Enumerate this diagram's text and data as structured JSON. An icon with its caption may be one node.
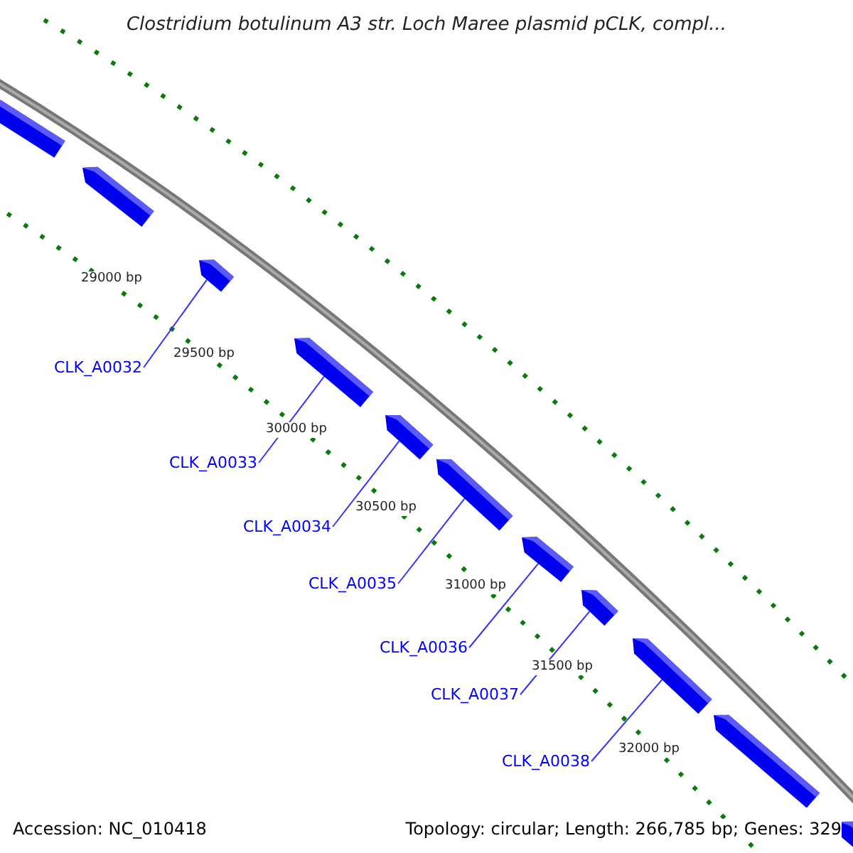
{
  "diagram": {
    "title": "Clostridium botulinum A3 str. Loch Maree plasmid pCLK, compl...",
    "nodes": [
      {
        "text": [],
        "shape": "bar"
      },
      {
        "text": [],
        "shape": "bar"
      },
      {
        "text": [],
        "shape": "bar"
      },
      {
        "text": [],
        "shape": "bar"
      },
      {
        "text": [],
        "shape": "bar"
      },
      {
        "text": [],
        "shape": "bar"
      },
      {
        "text": [],
        "shape": "bar"
      },
      {
        "text": [],
        "shape": "bar"
      },
      {
        "text": [],
        "shape": "bar"
      },
      {
        "text": [],
        "shape": "bar"
      },
      {
        "text": [],
        "shape": "bar"
      },
      {
        "text": [
          "CLK_A0032"
        ]
      },
      {
        "text": [
          "CLK_A0033"
        ]
      },
      {
        "text": [
          "CLK_A0034"
        ]
      },
      {
        "text": [
          "CLK_A0035"
        ]
      },
      {
        "text": [
          "CLK_A0036"
        ]
      },
      {
        "text": [
          "CLK_A0037"
        ]
      },
      {
        "text": [
          "CLK_A0038"
        ]
      }
    ],
    "edges": [
      {
        "from": 11,
        "to": 2,
        "arrow": "none"
      },
      {
        "from": 12,
        "to": 3,
        "arrow": "none"
      },
      {
        "from": 13,
        "to": 4,
        "arrow": "none"
      },
      {
        "from": 14,
        "to": 5,
        "arrow": "none"
      },
      {
        "from": 15,
        "to": 6,
        "arrow": "none"
      },
      {
        "from": 16,
        "to": 7,
        "arrow": "none"
      },
      {
        "from": 17,
        "to": 8,
        "arrow": "none"
      }
    ],
    "labels": [
      "29000 bp",
      "29500 bp",
      "30000 bp",
      "30500 bp",
      "31000 bp",
      "31500 bp",
      "32000 bp",
      "Accession: NC_010418",
      "Topology: circular; Length: 266,785 bp; Genes: 329"
    ]
  }
}
